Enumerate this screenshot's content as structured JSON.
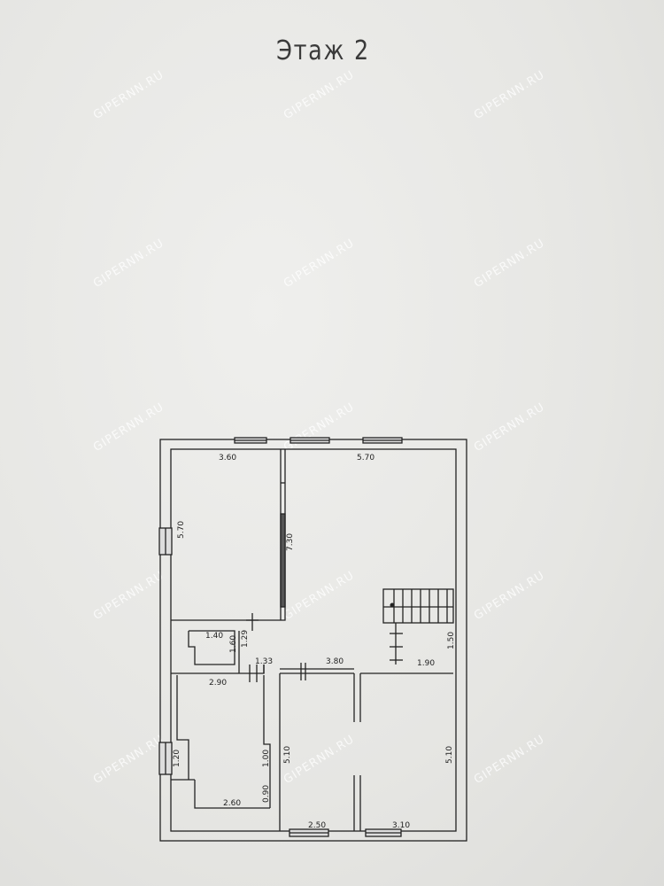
{
  "title": "Этаж 2",
  "watermark": "GIPERNN.RU",
  "dimensions": {
    "room1_width": "3.60",
    "room1_height": "5.70",
    "hall_width": "5.70",
    "hall_height": "7.30",
    "small_width": "1.40",
    "small_h1": "1.60",
    "small_h2": "1.29",
    "corridor_w": "1.33",
    "corridor_len": "3.80",
    "stair_w": "1.90",
    "stair_h": "1.50",
    "room3_top": "2.90",
    "room3_left": "1.20",
    "room3_right": "1.00",
    "room3_bottom": "2.60",
    "room3_niche": "0.90",
    "room4_height": "5.10",
    "room4_width": "2.50",
    "room5_height": "5.10",
    "room5_width": "3.10"
  }
}
